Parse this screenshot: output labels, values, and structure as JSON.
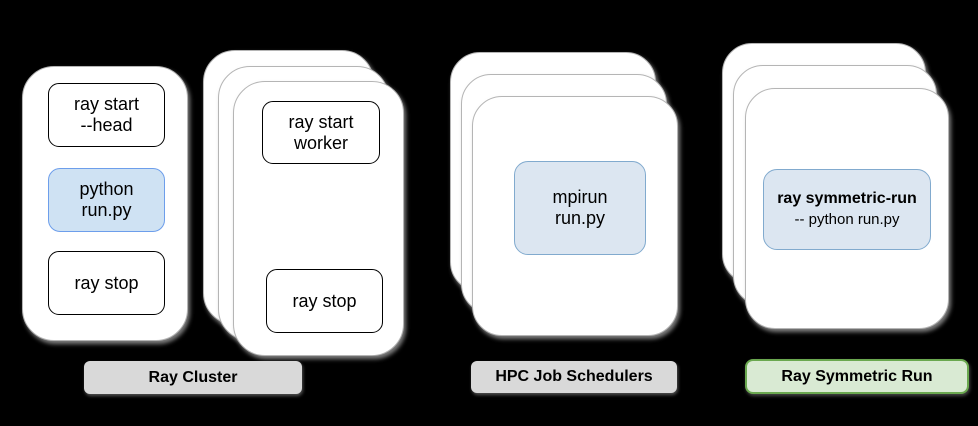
{
  "diagram": {
    "description": "Comparison of launching Ray clusters manually, via HPC job schedulers, and via ray symmetric-run",
    "colors": {
      "background": "#000000",
      "card_fill": "#ffffff",
      "card_border": "#b5b5b5",
      "command_box_border": "#000000",
      "blue_fill_primary": "#cfe2f3",
      "blue_border_primary": "#6d9eeb",
      "blue_fill_secondary": "#dce6f1",
      "blue_border_secondary": "#81aace",
      "gray_label_fill": "#d9d9d9",
      "green_label_fill": "#d9ead3",
      "green_label_border": "#6aa84f"
    },
    "head_node": {
      "box1": {
        "line1": "ray start",
        "line2": "--head"
      },
      "box2": {
        "line1": "python",
        "line2": "run.py"
      },
      "box3": {
        "line1": "ray stop"
      }
    },
    "worker_nodes": {
      "box1": {
        "line1": "ray start",
        "line2": "worker"
      },
      "box2": {
        "line1": "ray stop"
      }
    },
    "hpc_nodes": {
      "box1": {
        "line1": "mpirun",
        "line2": "run.py"
      }
    },
    "symmetric_nodes": {
      "box1": {
        "line1": "ray symmetric-run",
        "line2": "-- python run.py"
      }
    },
    "labels": {
      "ray_cluster": "Ray Cluster",
      "hpc": "HPC Job Schedulers",
      "symmetric": "Ray Symmetric Run"
    }
  }
}
